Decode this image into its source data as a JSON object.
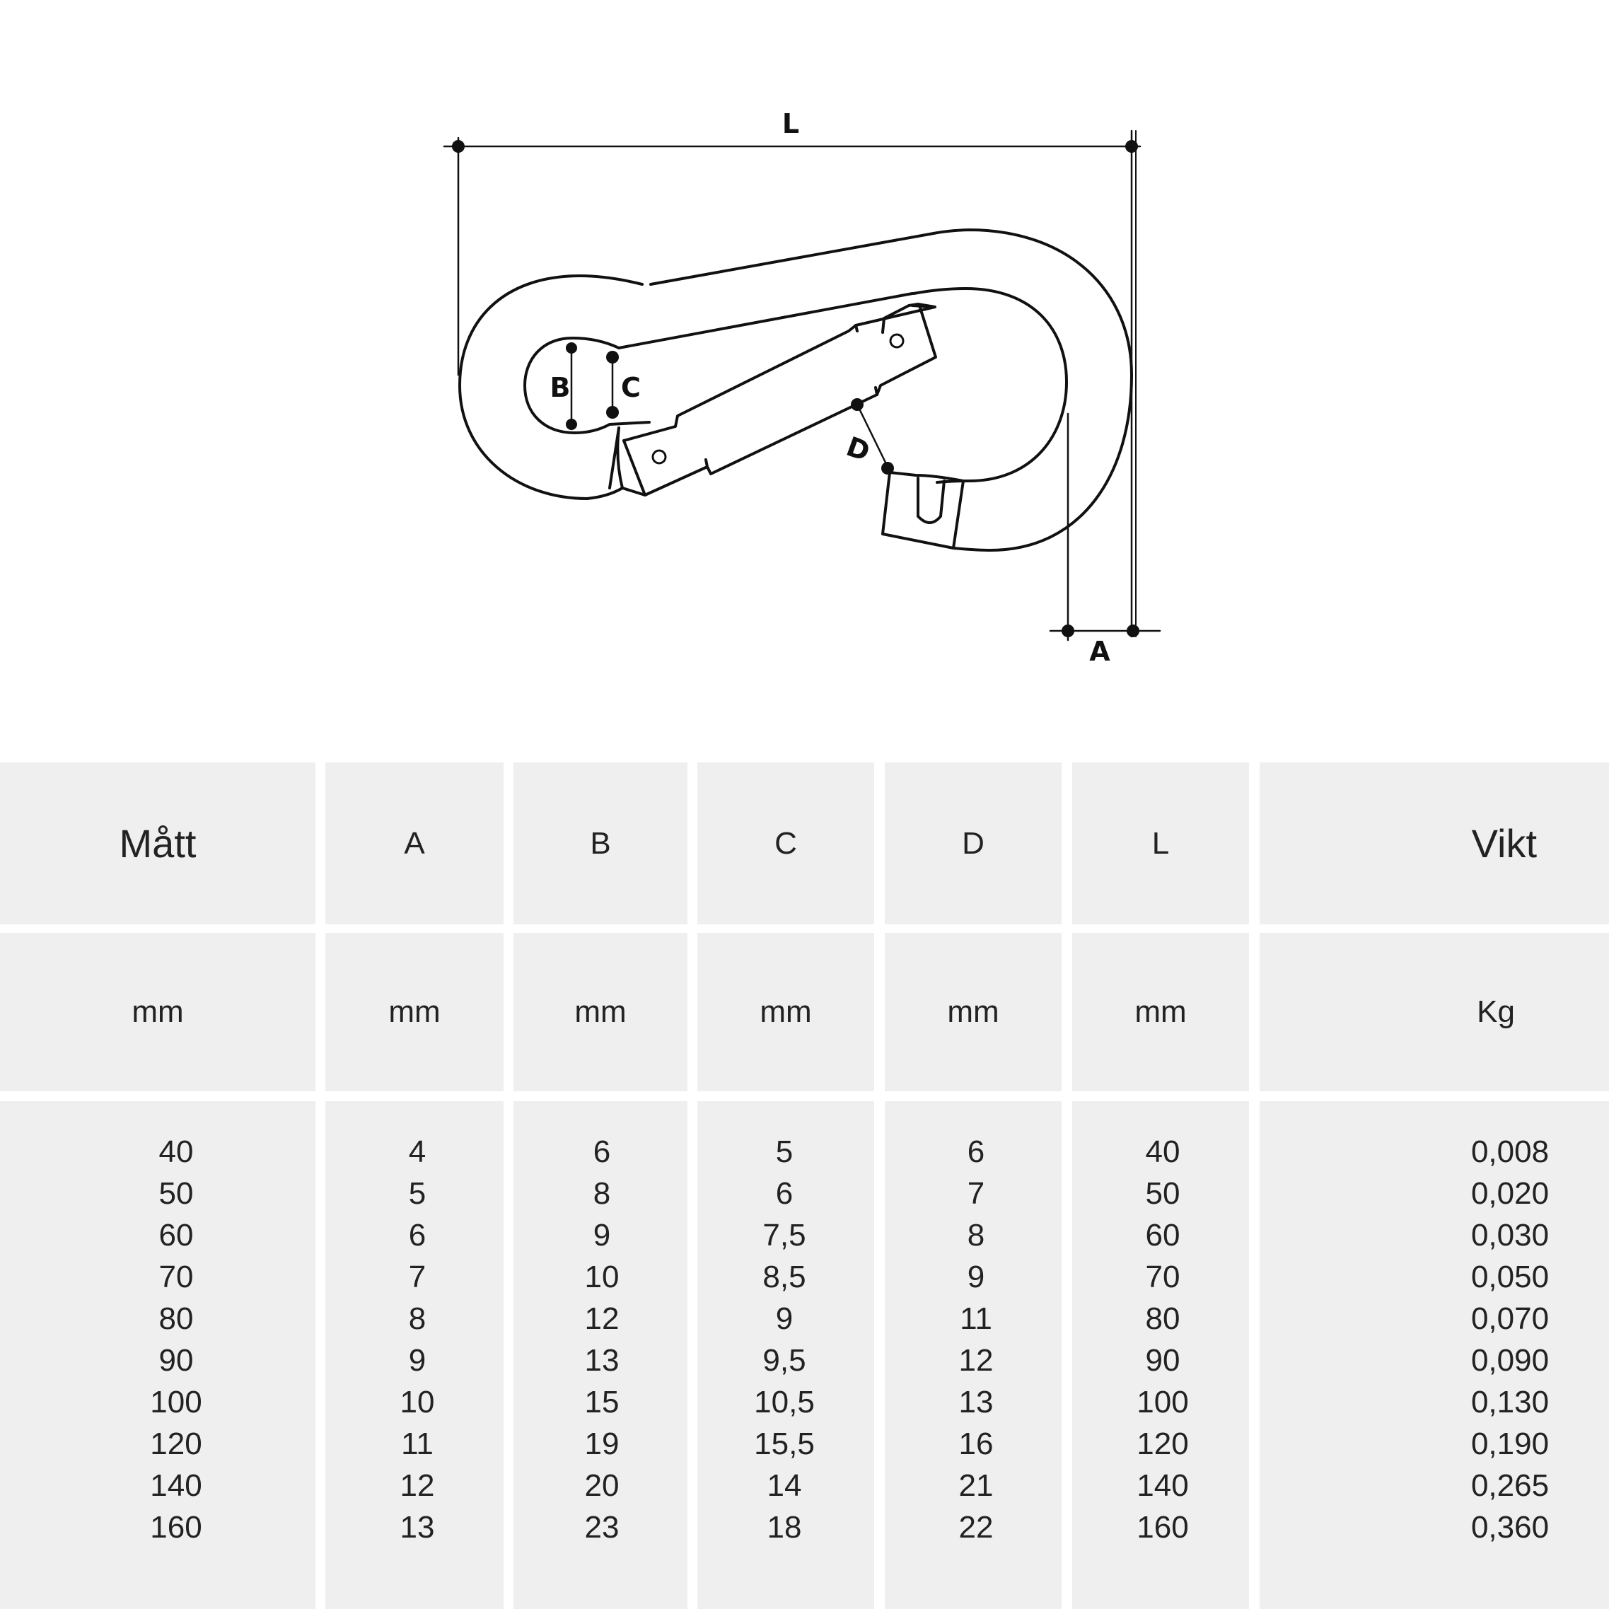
{
  "diagram": {
    "labels": {
      "L": "L",
      "A": "A",
      "B": "B",
      "C": "C",
      "D": "D"
    }
  },
  "table": {
    "headers": [
      "Mått",
      "A",
      "B",
      "C",
      "D",
      "L",
      "Vikt"
    ],
    "units": [
      "mm",
      "mm",
      "mm",
      "mm",
      "mm",
      "mm",
      "Kg"
    ],
    "columns": [
      [
        "40",
        "50",
        "60",
        "70",
        "80",
        "90",
        "100",
        "120",
        "140",
        "160"
      ],
      [
        "4",
        "5",
        "6",
        "7",
        "8",
        "9",
        "10",
        "11",
        "12",
        "13"
      ],
      [
        "6",
        "8",
        "9",
        "10",
        "12",
        "13",
        "15",
        "19",
        "20",
        "23"
      ],
      [
        "5",
        "6",
        "7,5",
        "8,5",
        "9",
        "9,5",
        "10,5",
        "15,5",
        "14",
        "18"
      ],
      [
        "6",
        "7",
        "8",
        "9",
        "11",
        "12",
        "13",
        "16",
        "21",
        "22"
      ],
      [
        "40",
        "50",
        "60",
        "70",
        "80",
        "90",
        "100",
        "120",
        "140",
        "160"
      ],
      [
        "0,008",
        "0,020",
        "0,030",
        "0,050",
        "0,070",
        "0,090",
        "0,130",
        "0,190",
        "0,265",
        "0,360"
      ]
    ]
  },
  "colors": {
    "cell_bg": "#efefef",
    "line": "#111111",
    "text": "#222222"
  }
}
